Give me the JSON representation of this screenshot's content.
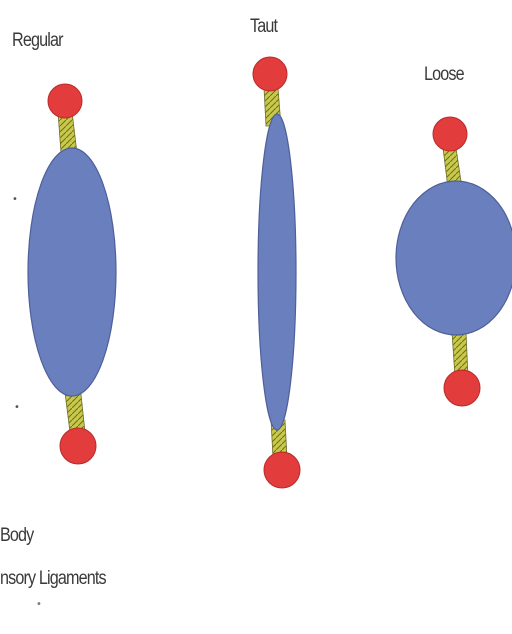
{
  "labels": {
    "regular": "Regular",
    "taut": "Taut",
    "loose": "Loose",
    "legend_body": "Body",
    "legend_ligaments": "nsory Ligaments"
  },
  "colors": {
    "body": "#6a7fbd",
    "body_stroke": "#4f5f9a",
    "attachment": "#e23c3c",
    "ligament": "#c8c94a",
    "text": "#3a3a3a"
  },
  "shapes": [
    "regular",
    "taut",
    "loose"
  ]
}
